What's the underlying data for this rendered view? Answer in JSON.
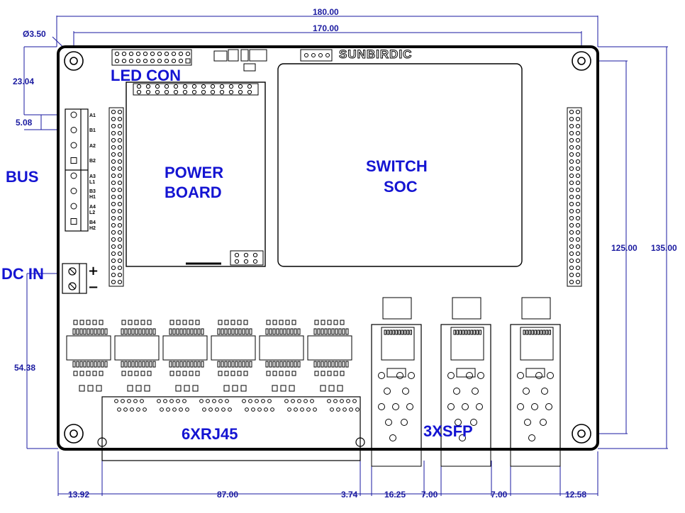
{
  "drawing": {
    "brand": "SUNBIRDIC",
    "labels": {
      "led_con": "LED CON",
      "power_line1": "POWER",
      "power_line2": "BOARD",
      "switch_line1": "SWITCH",
      "switch_line2": "SOC",
      "bus": "BUS",
      "dc_in": "DC IN",
      "rj45": "6XRJ45",
      "sfp": "3XSFP"
    },
    "dimensions": {
      "width_total": "180.00",
      "hole_pitch": "170.00",
      "hole_dia": "Ø3.50",
      "bus_offset": "23.04",
      "bus_pitch": "5.08",
      "dc_offset": "54.38",
      "height_holes": "125.00",
      "height_total": "135.00",
      "rj45_left": "13.92",
      "rj45_width": "87.00",
      "gap_rj_sfp": "3.74",
      "sfp_width": "16.25",
      "sfp_gap1": "7.00",
      "sfp_gap2": "7.00",
      "sfp_right": "12.58"
    },
    "terminal_pins": {
      "p1": "A1",
      "p2": "B1",
      "p3": "A2",
      "p4": "B2",
      "p5a": "A3",
      "p5b": "L1",
      "p6a": "B3",
      "p6b": "H1",
      "p7a": "A4",
      "p7b": "L2",
      "p8a": "B4",
      "p8b": "H2"
    },
    "dc_marks": {
      "plus": "+",
      "minus": "−"
    },
    "colors": {
      "dimension": "#1a1aa0",
      "label": "#1414d2",
      "outline": "#000000"
    },
    "icons": [
      "mounting-hole-icon",
      "terminal-screw-icon",
      "pin-header-icon",
      "rj45-port-icon",
      "sfp-cage-icon"
    ]
  }
}
